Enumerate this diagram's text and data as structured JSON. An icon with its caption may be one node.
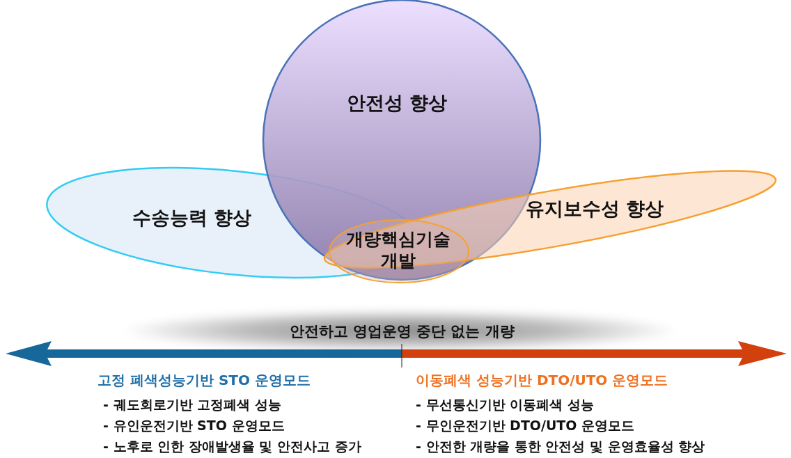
{
  "diagram": {
    "nodes": [
      {
        "text": [
          "수송능력 향상"
        ]
      },
      {
        "text": [
          "안전성 향상"
        ]
      },
      {
        "text": [
          "유지보수성 향상"
        ]
      }
    ],
    "labels": [
      "개량핵심기술 개발",
      "안전하고 영업운영 중단 없는 개량",
      "고정 폐색성능기반 STO 운영모드",
      "- 궤도회로기반 고정폐색 성능",
      "- 유인운전기반 STO 운영모드",
      "- 노후로 인한 장애발생율 및 안전사고 증가",
      "이동폐색 성능기반 DTO/UTO 운영모드",
      "- 무선통신기반 이동폐색 성능",
      "- 무인운전기반 DTO/UTO 운영모드",
      "- 안전한 개량을 통한 안전성 및 운영효율성 향상"
    ]
  }
}
